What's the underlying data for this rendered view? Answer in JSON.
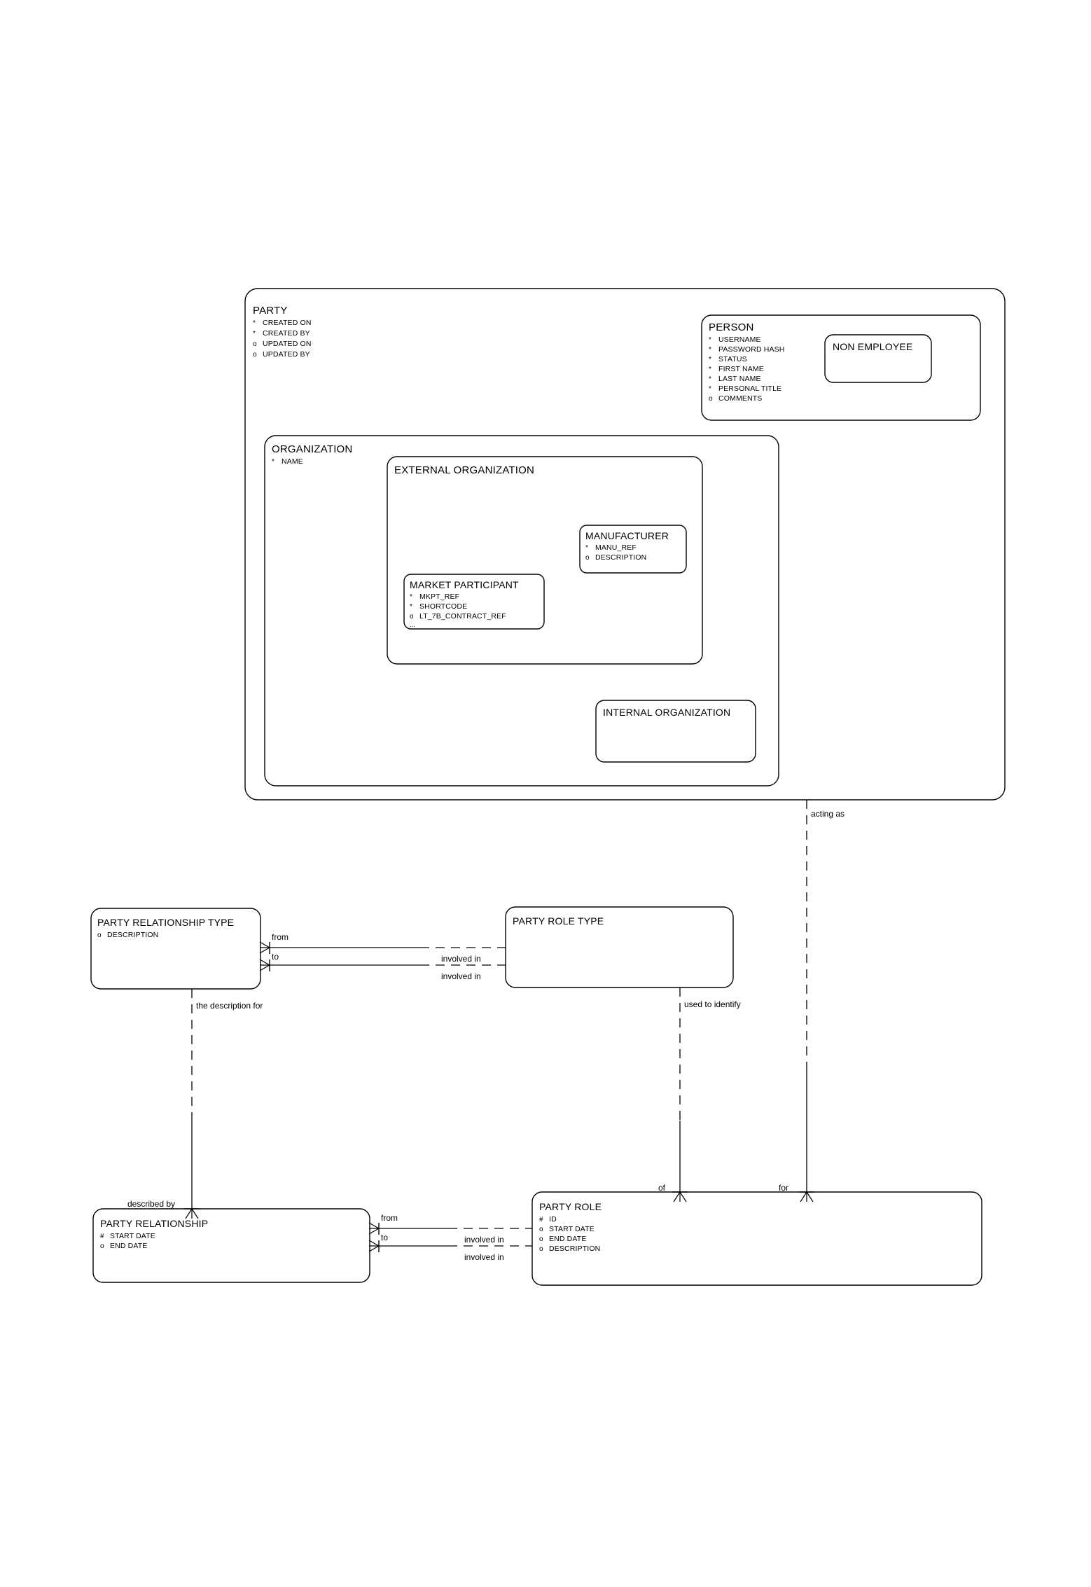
{
  "diagram": {
    "title": "Party Entity Relationship Diagram",
    "notation": "barker-ER",
    "background_color": "#ffffff",
    "line_color": "#000000"
  },
  "entities": {
    "party": {
      "name": "PARTY",
      "attributes": [
        {
          "mark": "*",
          "name": "CREATED ON"
        },
        {
          "mark": "*",
          "name": "CREATED BY"
        },
        {
          "mark": "o",
          "name": "UPDATED ON"
        },
        {
          "mark": "o",
          "name": "UPDATED BY"
        }
      ]
    },
    "person": {
      "name": "PERSON",
      "attributes": [
        {
          "mark": "*",
          "name": "USERNAME"
        },
        {
          "mark": "*",
          "name": "PASSWORD HASH"
        },
        {
          "mark": "*",
          "name": "STATUS"
        },
        {
          "mark": "*",
          "name": "FIRST NAME"
        },
        {
          "mark": "*",
          "name": "LAST NAME"
        },
        {
          "mark": "*",
          "name": "PERSONAL TITLE"
        },
        {
          "mark": "o",
          "name": "COMMENTS"
        }
      ]
    },
    "non_employee": {
      "name": "NON EMPLOYEE",
      "attributes": []
    },
    "organization": {
      "name": "ORGANIZATION",
      "attributes": [
        {
          "mark": "*",
          "name": "NAME"
        }
      ]
    },
    "external_organization": {
      "name": "EXTERNAL ORGANIZATION",
      "attributes": []
    },
    "manufacturer": {
      "name": "MANUFACTURER",
      "attributes": [
        {
          "mark": "*",
          "name": "MANU_REF"
        },
        {
          "mark": "o",
          "name": "DESCRIPTION"
        }
      ]
    },
    "market_participant": {
      "name": "MARKET PARTICIPANT",
      "attributes": [
        {
          "mark": "*",
          "name": "MKPT_REF"
        },
        {
          "mark": "*",
          "name": "SHORTCODE"
        },
        {
          "mark": "o",
          "name": "LT_7B_CONTRACT_REF"
        },
        {
          "mark": "",
          "name": "..."
        }
      ]
    },
    "internal_organization": {
      "name": "INTERNAL ORGANIZATION",
      "attributes": []
    },
    "party_relationship_type": {
      "name": "PARTY RELATIONSHIP TYPE",
      "attributes": [
        {
          "mark": "o",
          "name": "DESCRIPTION"
        }
      ]
    },
    "party_role_type": {
      "name": "PARTY ROLE TYPE",
      "attributes": []
    },
    "party_relationship": {
      "name": "PARTY RELATIONSHIP",
      "attributes": [
        {
          "mark": "#",
          "name": "START DATE"
        },
        {
          "mark": "o",
          "name": "END DATE"
        }
      ]
    },
    "party_role": {
      "name": "PARTY ROLE",
      "attributes": [
        {
          "mark": "#",
          "name": "ID"
        },
        {
          "mark": "o",
          "name": "START DATE"
        },
        {
          "mark": "o",
          "name": "END DATE"
        },
        {
          "mark": "o",
          "name": "DESCRIPTION"
        }
      ]
    }
  },
  "relationships": {
    "acting_as": "acting as",
    "for": "for",
    "prt_from": "from",
    "prt_to": "to",
    "prt_involved_in_1": "involved in",
    "prt_involved_in_2": "involved in",
    "the_description_for": "the description for",
    "used_to_identify": "used to identify",
    "described_by": "described by",
    "of": "of",
    "pr_from": "from",
    "pr_to": "to",
    "pr_involved_in_1": "involved in",
    "pr_involved_in_2": "involved in"
  }
}
